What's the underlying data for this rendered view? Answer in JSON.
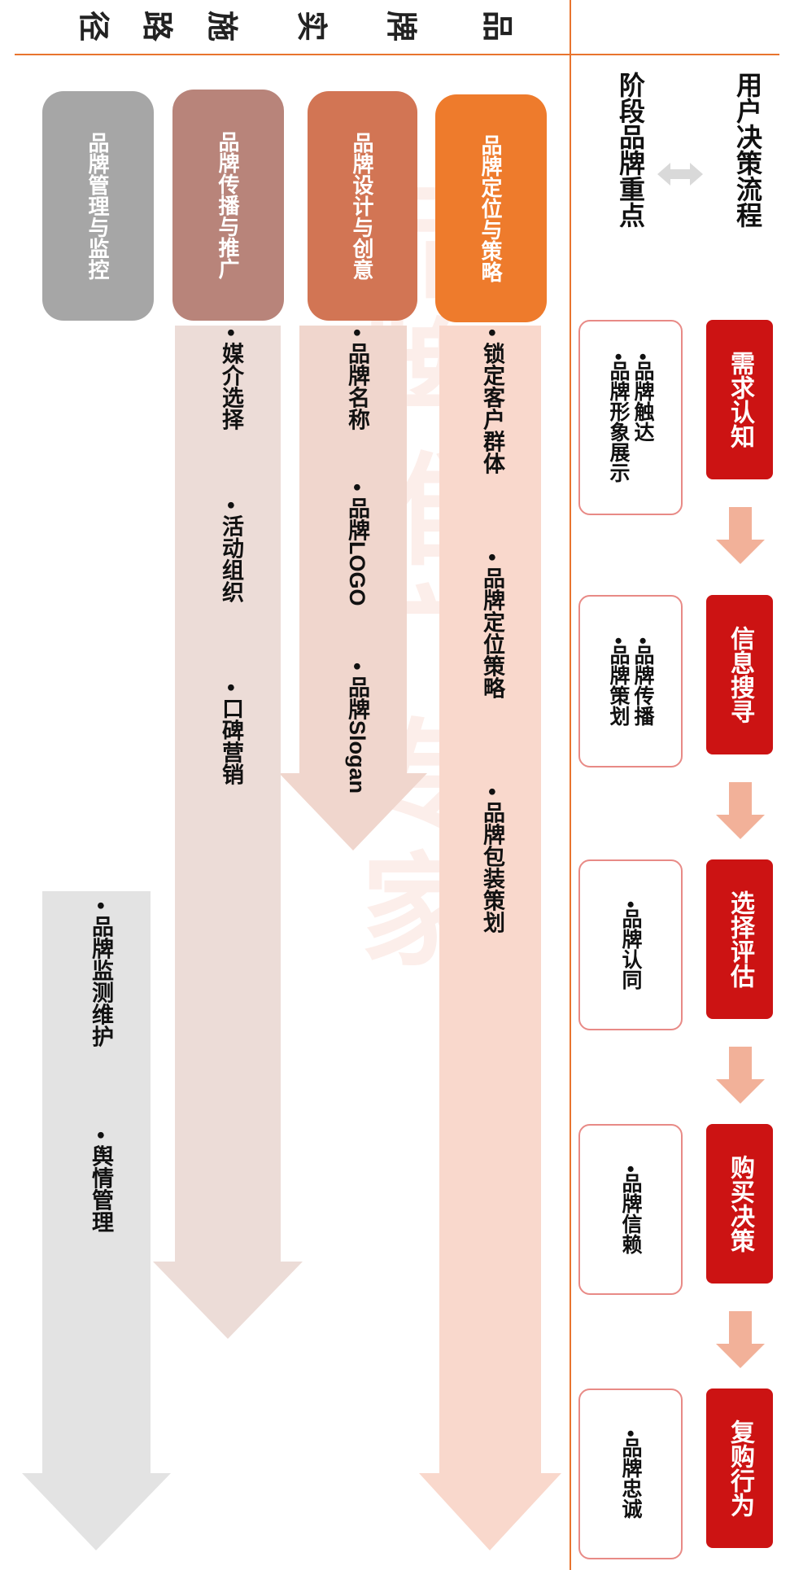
{
  "header": {
    "title_chars": [
      "品",
      "牌",
      "实",
      "施",
      "路",
      "径"
    ]
  },
  "decision": {
    "title": "用户决策流程",
    "focus_title": "阶段品牌重点",
    "stages": [
      {
        "label": "需求认知",
        "focus": [
          "•品牌触达",
          "•品牌形象展示"
        ]
      },
      {
        "label": "信息搜寻",
        "focus": [
          "•品牌传播",
          "•品牌策划"
        ]
      },
      {
        "label": "选择评估",
        "focus": [
          "•品牌认同"
        ]
      },
      {
        "label": "购买决策",
        "focus": [
          "•品牌信赖"
        ]
      },
      {
        "label": "复购行为",
        "focus": [
          "•品牌忠诚"
        ]
      }
    ]
  },
  "paths": [
    {
      "label": "品牌定位与策略",
      "items": [
        "• 锁定客户群体",
        "• 品牌定位策略",
        "• 品牌包装策划"
      ]
    },
    {
      "label": "品牌设计与创意",
      "items": [
        "• 品牌名称",
        "• 品牌LOGO",
        "• 品牌Slogan"
      ]
    },
    {
      "label": "品牌传播与推广",
      "items": [
        "• 媒介选择",
        "• 活动组织",
        "• 口碑营销"
      ]
    },
    {
      "label": "品牌管理与监控",
      "items": [
        "• 品牌监测维护",
        "• 舆情管理"
      ]
    }
  ],
  "watermark": "品牌推广专家",
  "colors": {
    "accent_line": "#e8742e",
    "stage_red": "#cc1313",
    "pill_1": "#ee7b2c",
    "pill_2": "#d27554",
    "pill_3": "#b8847a",
    "pill_4": "#a6a6a6",
    "band_1": "#f9d8cc",
    "band_2": "#f0d6cd",
    "band_3": "#ecdcd7",
    "band_4": "#e3e3e3"
  }
}
